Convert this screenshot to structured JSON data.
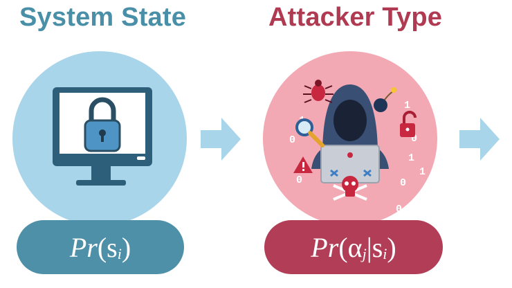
{
  "stages": [
    {
      "title": "System State",
      "formula": {
        "prefix": "Pr",
        "open": "(",
        "var": "s",
        "sub": "i",
        "close": ")"
      },
      "color": "#4a8fa8",
      "circle_color": "#a9d5ea",
      "icons": [
        "monitor-icon",
        "padlock-icon"
      ]
    },
    {
      "title": "Attacker Type",
      "formula": {
        "prefix": "Pr",
        "open": "(",
        "var": "α",
        "sub": "j",
        "bar": "|",
        "var2": "s",
        "sub2": "i",
        "close": ")"
      },
      "color": "#b03a51",
      "circle_color": "#f3a9b4",
      "icons": [
        "hooded-hacker-icon",
        "laptop-icon",
        "skull-icon",
        "bug-icon",
        "bomb-icon",
        "magnifier-icon",
        "warning-icon",
        "unlocked-padlock-icon"
      ],
      "binary_digits": [
        "1",
        "0",
        "1",
        "0",
        "1",
        "1",
        "0",
        "0",
        "0"
      ]
    }
  ],
  "arrows": [
    "right-arrow-icon",
    "right-arrow-icon"
  ]
}
